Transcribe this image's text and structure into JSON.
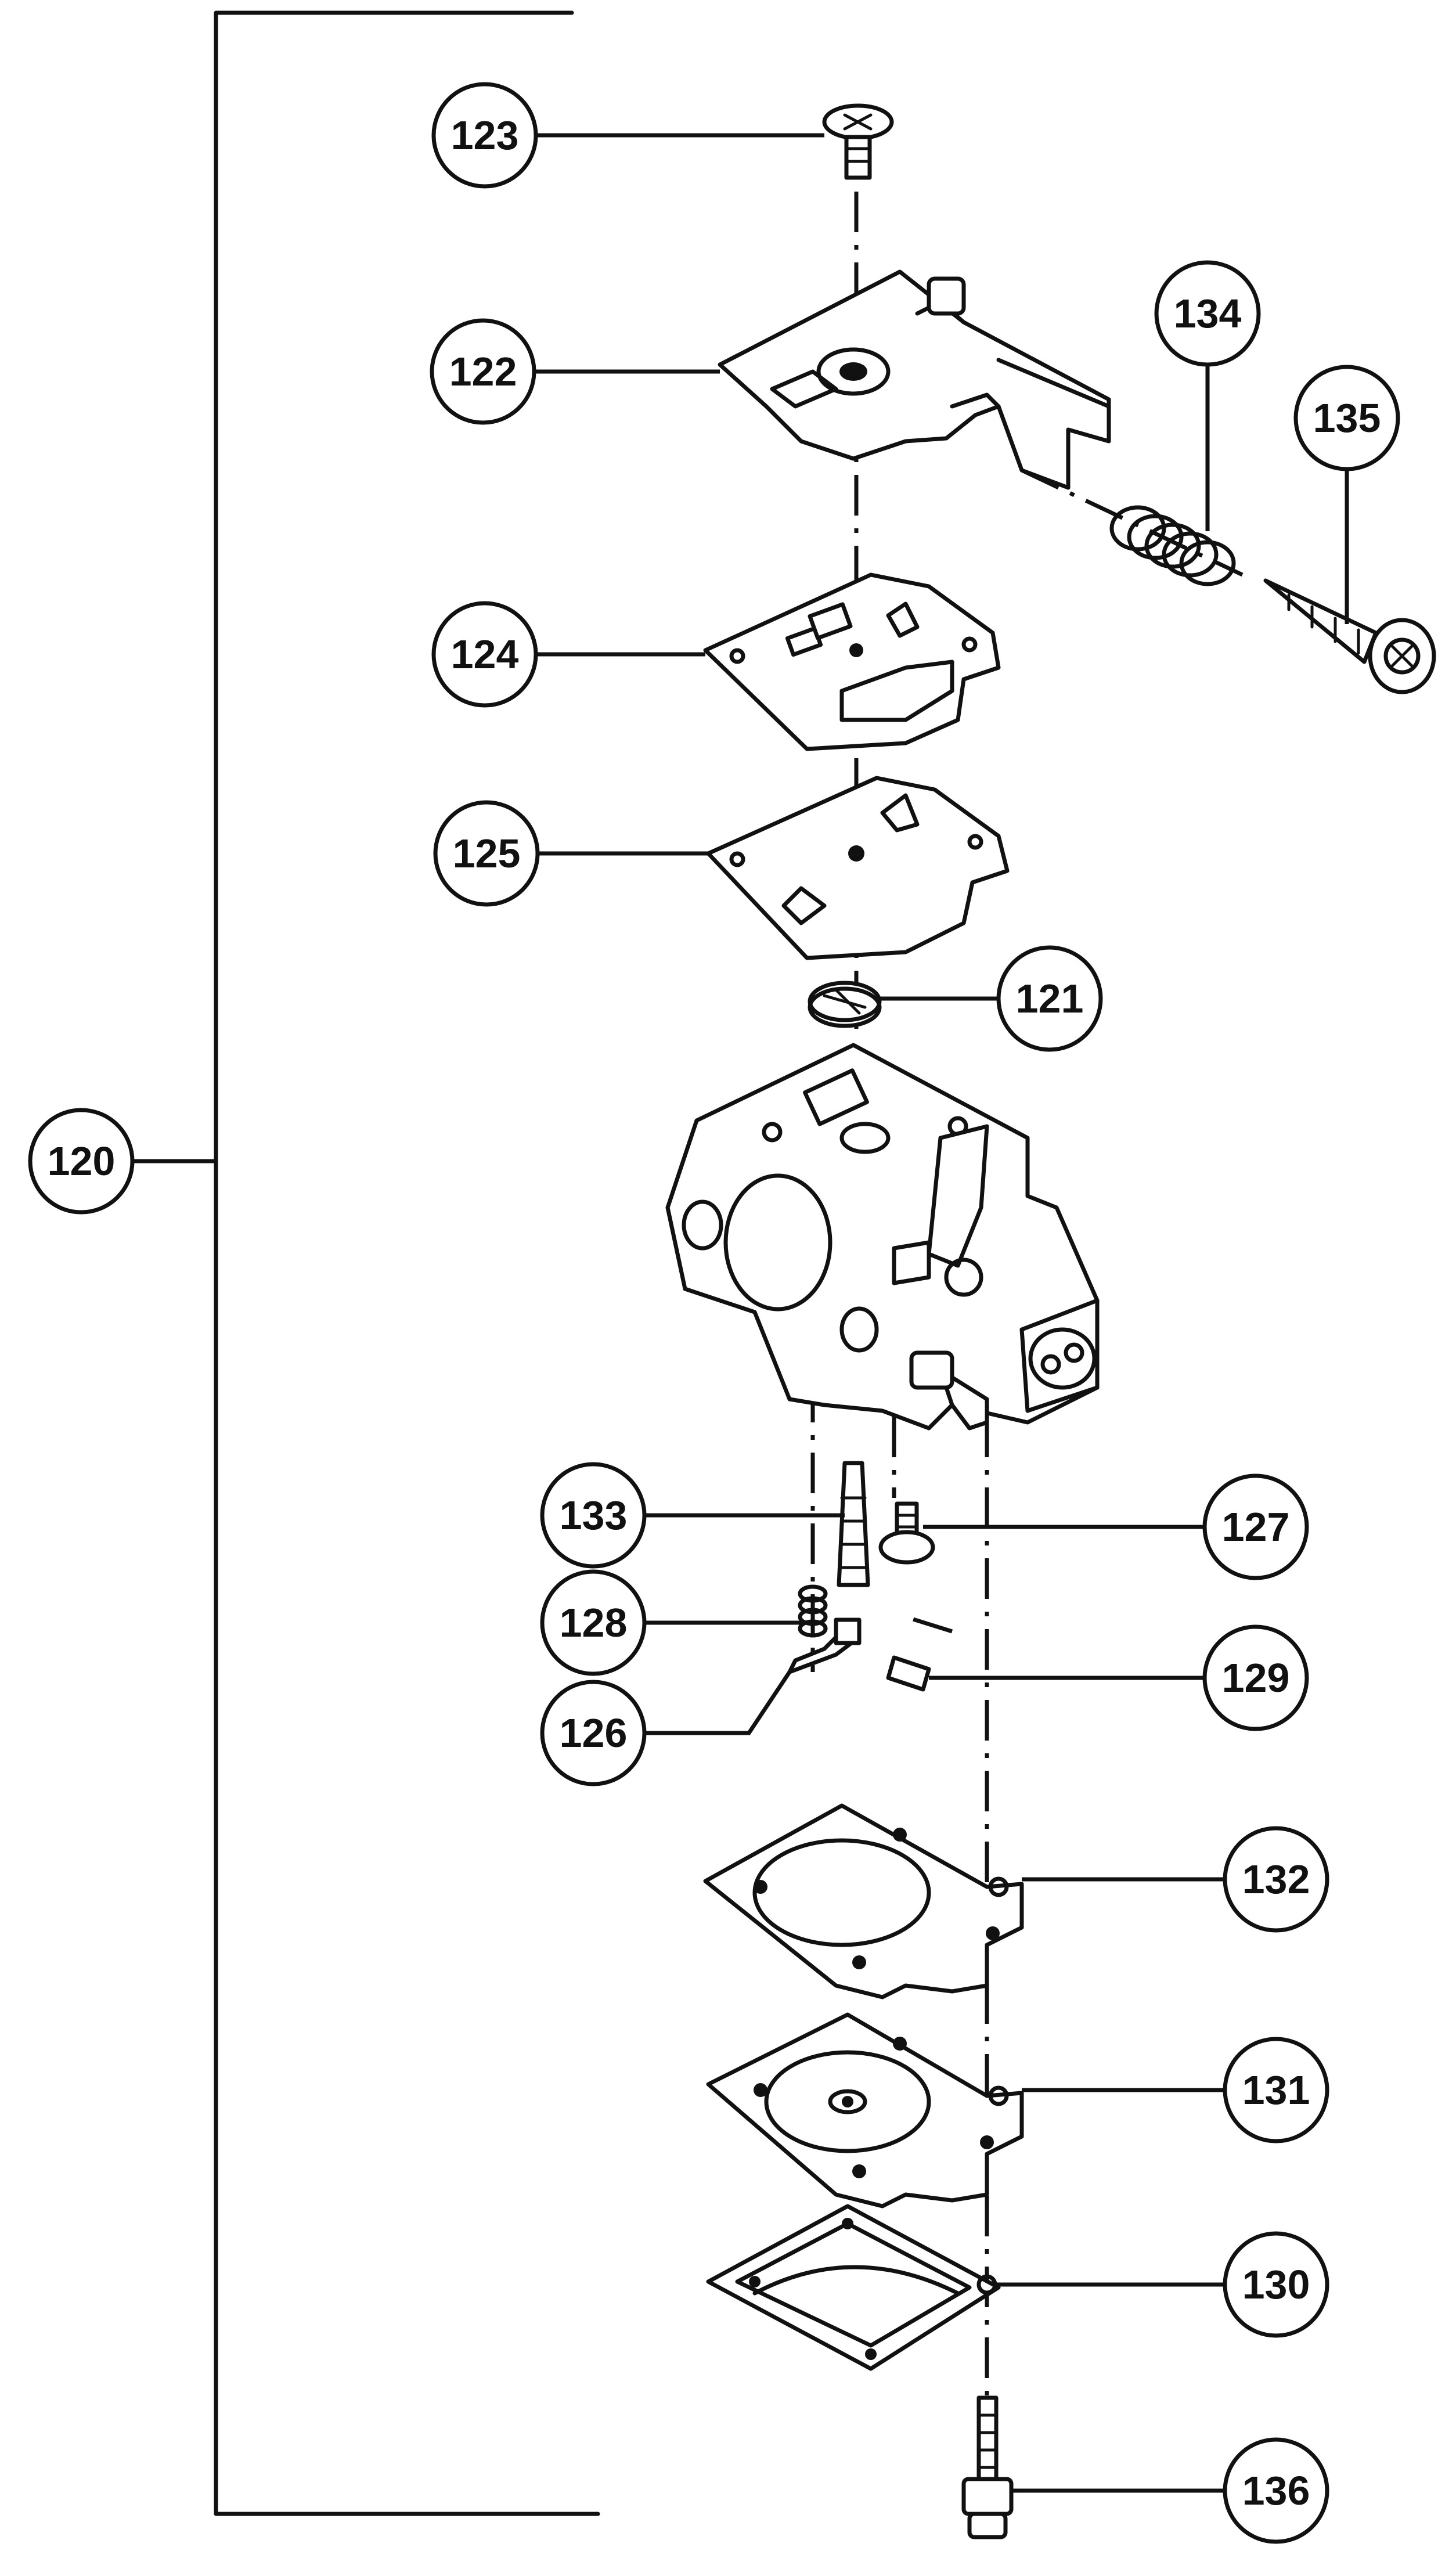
{
  "callouts": {
    "c120": "120",
    "c121": "121",
    "c122": "122",
    "c123": "123",
    "c124": "124",
    "c125": "125",
    "c126": "126",
    "c127": "127",
    "c128": "128",
    "c129": "129",
    "c130": "130",
    "c131": "131",
    "c132": "132",
    "c133": "133",
    "c134": "134",
    "c135": "135",
    "c136": "136"
  },
  "colors": {
    "ink": "#111111",
    "paper": "#ffffff"
  }
}
